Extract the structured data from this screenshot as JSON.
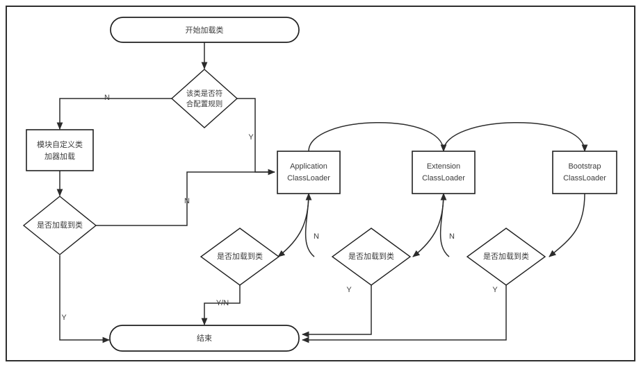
{
  "diagram": {
    "type": "flowchart",
    "title_text": "",
    "colors": {
      "background": "#ffffff",
      "stroke": "#2b2b2b",
      "text": "#3b3b3b",
      "frame": "#2e2e2e"
    },
    "frame": {
      "present": true
    },
    "nodes": {
      "start": {
        "label": "开始加载类",
        "shape": "terminator"
      },
      "decision_config": {
        "line1": "该类是否符",
        "line2": "合配置规则",
        "shape": "diamond"
      },
      "module_loader": {
        "line1": "模块自定义类",
        "line2": "加器加载",
        "shape": "process"
      },
      "check_module": {
        "label": "是否加载到类",
        "shape": "diamond"
      },
      "application_classloader": {
        "line1": "Application",
        "line2": "ClassLoader",
        "shape": "process"
      },
      "extension_classloader": {
        "line1": "Extension",
        "line2": "ClassLoader",
        "shape": "process"
      },
      "bootstrap_classloader": {
        "line1": "Bootstrap",
        "line2": "ClassLoader",
        "shape": "process"
      },
      "check_app": {
        "label": "是否加载到类",
        "shape": "diamond"
      },
      "check_ext": {
        "label": "是否加载到类",
        "shape": "diamond"
      },
      "check_boot": {
        "label": "是否加载到类",
        "shape": "diamond"
      },
      "end": {
        "label": "结束",
        "shape": "terminator"
      }
    },
    "edge_labels": {
      "config_no": "N",
      "config_yes": "Y",
      "module_no": "N",
      "module_yes": "Y",
      "app_result": "Y/N",
      "ext_no": "N",
      "ext_yes": "Y",
      "boot_no": "N",
      "boot_yes": "Y"
    }
  }
}
